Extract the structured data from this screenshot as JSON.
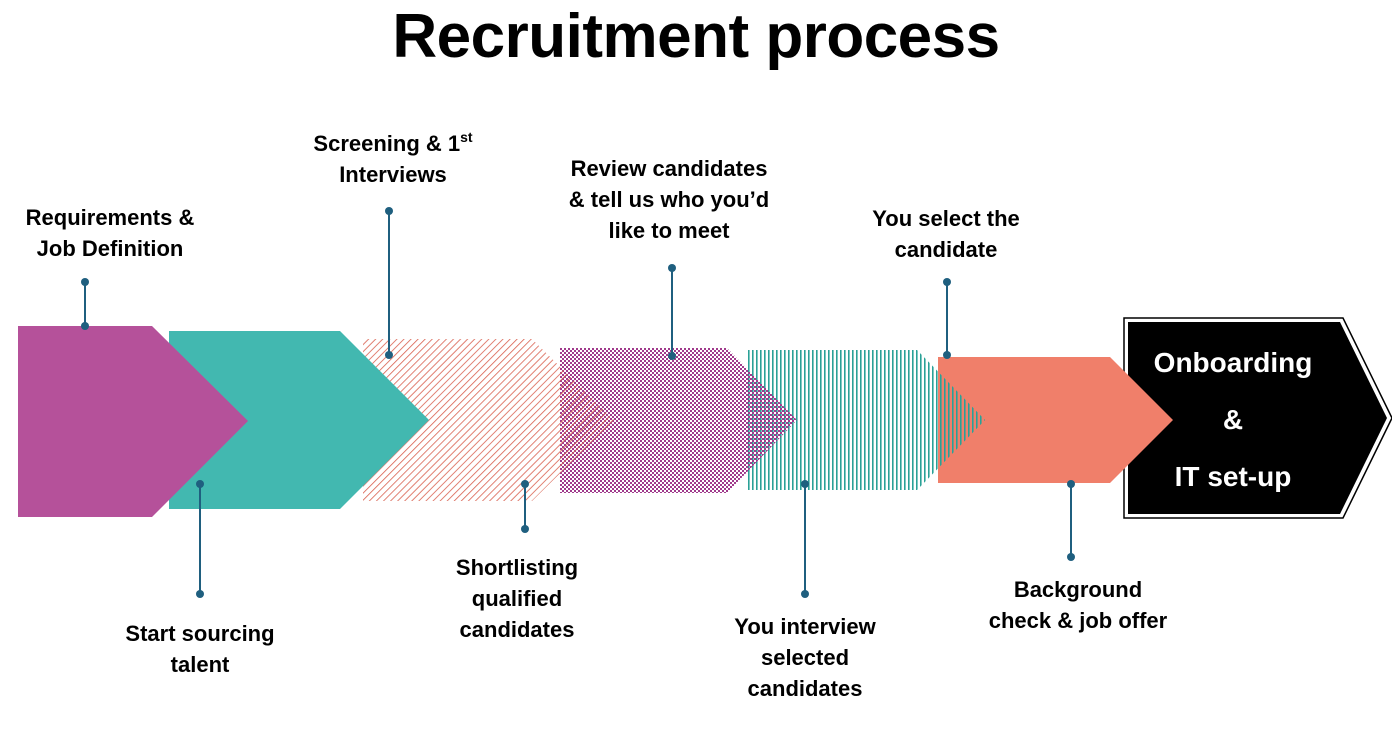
{
  "title": "Recruitment process",
  "colors": {
    "purple": "#b5519a",
    "teal": "#42b8b0",
    "salmon": "#f07f6a",
    "black": "#000000",
    "pattern_red": "#d9604f",
    "pattern_purple": "#a03a8c",
    "pattern_teal": "#2aa197",
    "connector": "#1f5f7f"
  },
  "steps": [
    {
      "id": "requirements",
      "line1": "Requirements &",
      "line2": "Job Definition",
      "position": "top"
    },
    {
      "id": "sourcing",
      "line1": "Start sourcing",
      "line2": "talent",
      "position": "bottom"
    },
    {
      "id": "screening",
      "line1": "Screening & 1",
      "line1_sup": "st",
      "line2": "Interviews",
      "position": "top"
    },
    {
      "id": "shortlisting",
      "line1": "Shortlisting",
      "line2": "qualified",
      "line3": "candidates",
      "position": "bottom"
    },
    {
      "id": "review",
      "line1": "Review candidates",
      "line2": "& tell us who you’d",
      "line3": "like to meet",
      "position": "top"
    },
    {
      "id": "interview",
      "line1": "You interview",
      "line2": "selected",
      "line3": "candidates",
      "position": "bottom"
    },
    {
      "id": "select",
      "line1": "You select the",
      "line2": "candidate",
      "position": "top"
    },
    {
      "id": "background",
      "line1": "Background",
      "line2": "check & job offer",
      "position": "bottom"
    }
  ],
  "final_step": {
    "line1": "Onboarding",
    "line2": "&",
    "line3": "IT set-up"
  }
}
